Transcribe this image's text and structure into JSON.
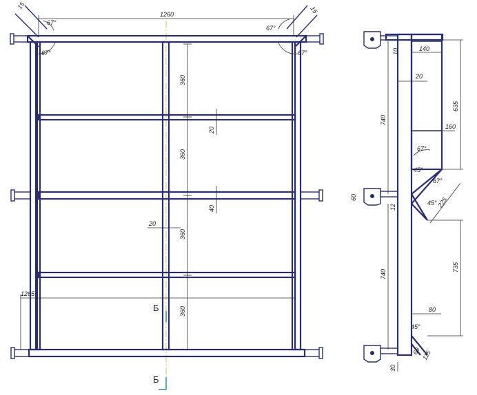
{
  "front_view": {
    "dims": {
      "overall_top_width": "1260",
      "overall_bottom_width": "1265",
      "bay_1": "360",
      "bay_2": "360",
      "bay_3": "360",
      "bay_4": "360",
      "rail_20a": "20",
      "rail_40": "40",
      "rail_20b": "20",
      "corner_tl_15": "15",
      "corner_tr_15": "15",
      "angle_tl_a": "67°",
      "angle_tl_b": "67°",
      "angle_tr_a": "67°",
      "angle_tr_b": "67°"
    },
    "section_labels": {
      "top": "Б",
      "bottom": "Б"
    }
  },
  "side_view": {
    "dims": {
      "top_10": "10",
      "width_140": "140",
      "rail_20": "20",
      "height_635": "635",
      "offset_160": "160",
      "height_740_top": "740",
      "angle_67_a": "67°",
      "angle_45_a": "45°",
      "angle_67_b": "67°",
      "angle_45_b": "45°",
      "diag_225": "225",
      "bracket_60": "60",
      "gap_12": "12",
      "height_735": "735",
      "height_740_bottom": "740",
      "offset_80": "80",
      "angle_45_c": "45°",
      "dim_68": "68",
      "dim_115": "115",
      "bottom_30": "30"
    }
  }
}
